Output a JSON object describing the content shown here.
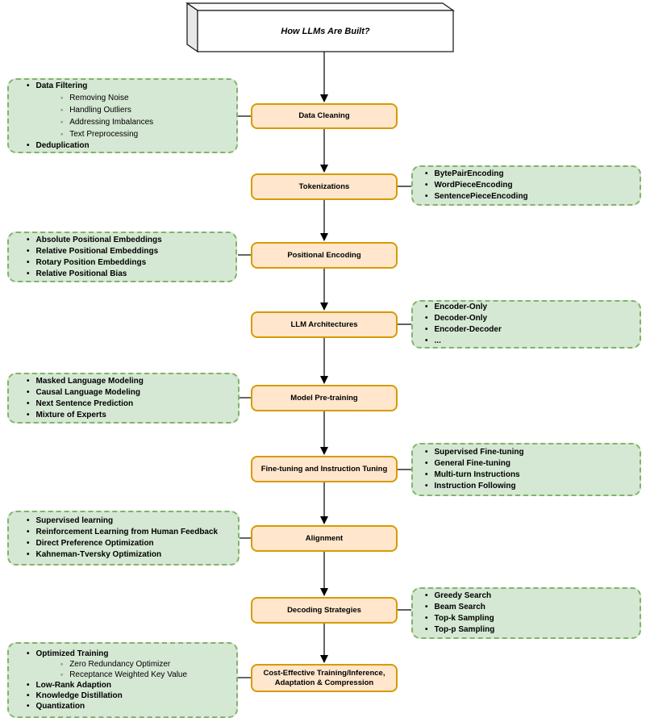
{
  "diagram_title": "How LLMs Are Built?",
  "steps": [
    {
      "label": "Data Cleaning"
    },
    {
      "label": "Tokenizations"
    },
    {
      "label": "Positional Encoding"
    },
    {
      "label": "LLM Architectures"
    },
    {
      "label": "Model Pre-training"
    },
    {
      "label": "Fine-tuning and Instruction Tuning"
    },
    {
      "label": "Alignment"
    },
    {
      "label": "Decoding Strategies"
    },
    {
      "label": "Cost-Effective Training/Inference, Adaptation & Compression",
      "lines": [
        "Cost-Effective Training/Inference,",
        "Adaptation & Compression"
      ]
    }
  ],
  "panels": [
    {
      "side": "left",
      "relates_to": "Data Cleaning",
      "items": [
        {
          "level": 1,
          "text": "Data Filtering"
        },
        {
          "level": 2,
          "text": "Removing Noise"
        },
        {
          "level": 2,
          "text": "Handling Outliers"
        },
        {
          "level": 2,
          "text": "Addressing Imbalances"
        },
        {
          "level": 2,
          "text": "Text Preprocessing"
        },
        {
          "level": 1,
          "text": "Deduplication"
        }
      ]
    },
    {
      "side": "right",
      "relates_to": "Tokenizations",
      "items": [
        {
          "level": 1,
          "text": "BytePairEncoding"
        },
        {
          "level": 1,
          "text": "WordPieceEncoding"
        },
        {
          "level": 1,
          "text": "SentencePieceEncoding"
        }
      ]
    },
    {
      "side": "left",
      "relates_to": "Positional Encoding",
      "items": [
        {
          "level": 1,
          "text": "Absolute Positional Embeddings"
        },
        {
          "level": 1,
          "text": "Relative Positional Embeddings"
        },
        {
          "level": 1,
          "text": "Rotary Position Embeddings"
        },
        {
          "level": 1,
          "text": "Relative Positional Bias"
        }
      ]
    },
    {
      "side": "right",
      "relates_to": "LLM Architectures",
      "items": [
        {
          "level": 1,
          "text": "Encoder-Only"
        },
        {
          "level": 1,
          "text": "Decoder-Only"
        },
        {
          "level": 1,
          "text": "Encoder-Decoder"
        },
        {
          "level": 1,
          "text": "..."
        }
      ]
    },
    {
      "side": "left",
      "relates_to": "Model Pre-training",
      "items": [
        {
          "level": 1,
          "text": "Masked Language Modeling"
        },
        {
          "level": 1,
          "text": "Causal Language Modeling"
        },
        {
          "level": 1,
          "text": "Next Sentence Prediction"
        },
        {
          "level": 1,
          "text": "Mixture of Experts"
        }
      ]
    },
    {
      "side": "right",
      "relates_to": "Fine-tuning and Instruction Tuning",
      "items": [
        {
          "level": 1,
          "text": "Supervised Fine-tuning"
        },
        {
          "level": 1,
          "text": "General Fine-tuning"
        },
        {
          "level": 1,
          "text": "Multi-turn Instructions"
        },
        {
          "level": 1,
          "text": "Instruction Following"
        }
      ]
    },
    {
      "side": "left",
      "relates_to": "Alignment",
      "items": [
        {
          "level": 1,
          "text": "Supervised learning"
        },
        {
          "level": 1,
          "text": "Reinforcement Learning from Human Feedback"
        },
        {
          "level": 1,
          "text": "Direct Preference Optimization"
        },
        {
          "level": 1,
          "text": "Kahneman-Tversky Optimization"
        }
      ]
    },
    {
      "side": "right",
      "relates_to": "Decoding Strategies",
      "items": [
        {
          "level": 1,
          "text": "Greedy Search"
        },
        {
          "level": 1,
          "text": "Beam Search"
        },
        {
          "level": 1,
          "text": "Top-k Sampling"
        },
        {
          "level": 1,
          "text": "Top-p Sampling"
        }
      ]
    },
    {
      "side": "left",
      "relates_to": "Cost-Effective Training/Inference, Adaptation & Compression",
      "items": [
        {
          "level": 1,
          "text": "Optimized Training"
        },
        {
          "level": 2,
          "text": "Zero Redundancy Optimizer"
        },
        {
          "level": 2,
          "text": "Receptance Weighted Key Value"
        },
        {
          "level": 1,
          "text": "Low-Rank Adaption"
        },
        {
          "level": 1,
          "text": "Knowledge Distillation"
        },
        {
          "level": 1,
          "text": "Quantization"
        }
      ]
    },
    {
      "bullet_level1_icon": "•",
      "bullet_level2_icon": "◦"
    }
  ],
  "colors": {
    "step_fill": "#ffe6cc",
    "step_border": "#d79b00",
    "panel_fill": "#d5e8d4",
    "panel_border": "#82b366",
    "connector": "#000000",
    "title_box_fill": "#ffffff"
  }
}
